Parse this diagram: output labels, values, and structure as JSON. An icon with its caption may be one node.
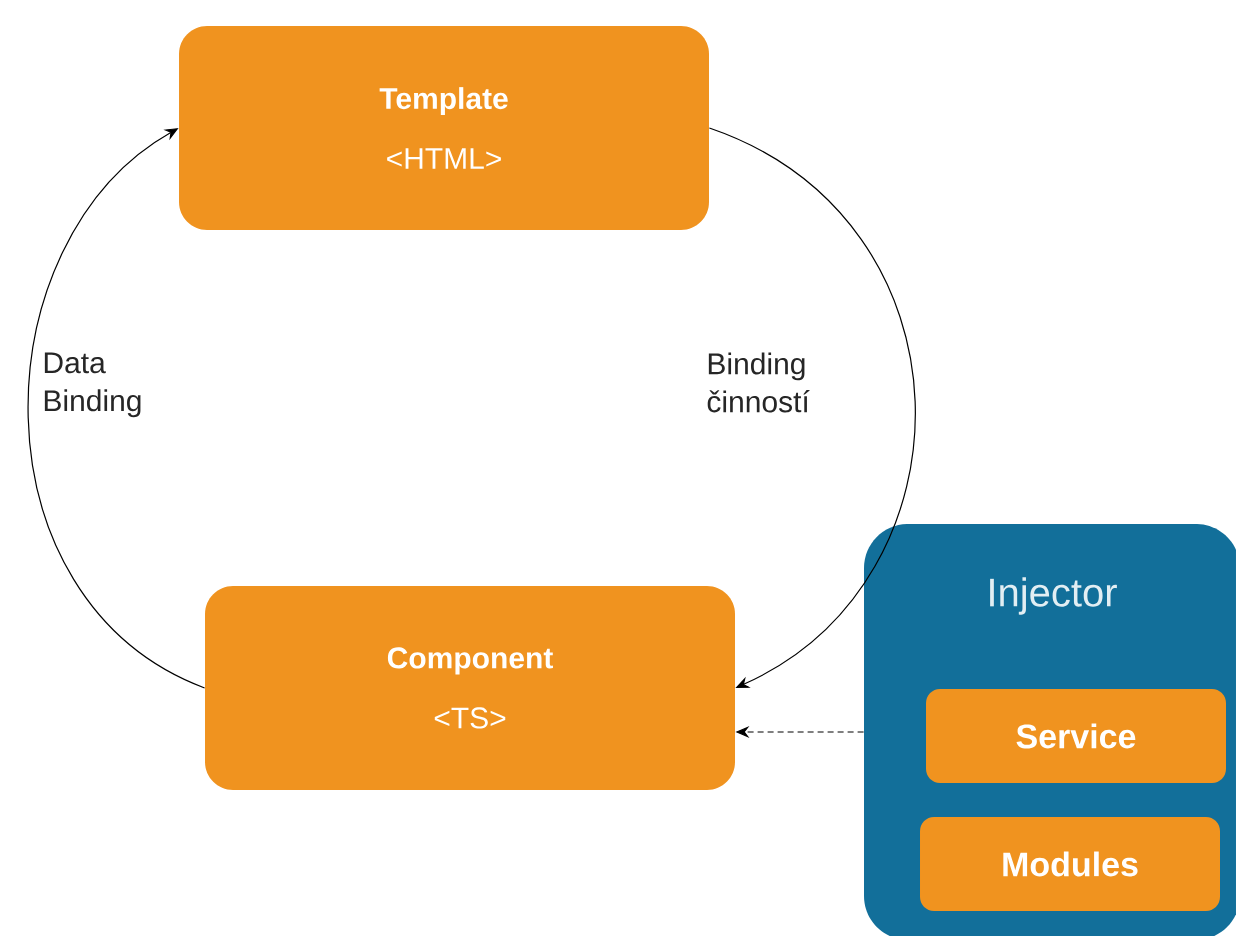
{
  "diagram": {
    "nodes": [
      {
        "text": [
          "Template",
          "<HTML>"
        ]
      },
      {
        "text": [
          "Component",
          "<TS>"
        ]
      },
      {
        "text": [
          "Injector"
        ]
      },
      {
        "text": [
          "Service"
        ],
        "in": 2
      },
      {
        "text": [
          "Modules"
        ],
        "in": 2
      }
    ],
    "edges": [
      {
        "from": 1,
        "to": 0,
        "arrow": "to",
        "label": "Data Binding"
      },
      {
        "from": 0,
        "to": 1,
        "arrow": "to",
        "label": "Binding činností"
      },
      {
        "from": 2,
        "to": 1,
        "arrow": "to",
        "style": "dashed"
      }
    ]
  }
}
